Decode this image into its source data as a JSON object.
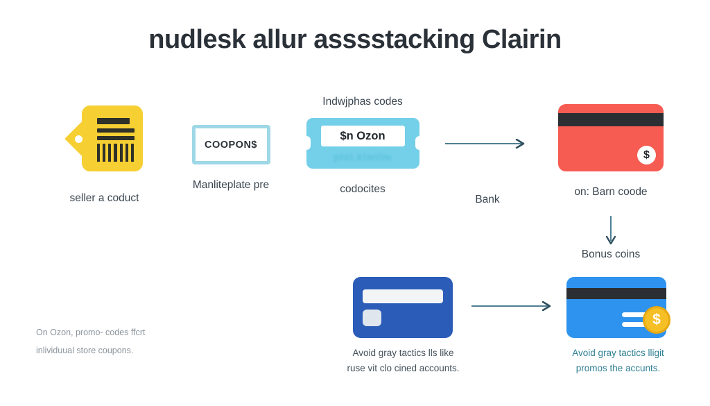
{
  "page": {
    "title": "nudlesk allur asssstacking Clairin",
    "background_color": "#ffffff"
  },
  "colors": {
    "tag_yellow": "#f6cf33",
    "barcode_dark": "#2f3028",
    "coupon_outline": "#9ed8e6",
    "ticket_cyan": "#74cfe8",
    "card_red": "#f75c52",
    "card_navy": "#2b5cb8",
    "card_blue": "#2e93ef",
    "coin_gold": "#f6bf26",
    "arrow": "#4e7f92",
    "text_dark": "#3b4650",
    "text_muted": "#8b949c",
    "text_teal": "#2f7f93"
  },
  "nodes": {
    "product_tag": {
      "icon": "price-tag-barcode-icon",
      "caption": "seller a coduct"
    },
    "coupon": {
      "icon": "coupon-outline-icon",
      "badge_text": "COOPON$",
      "caption": "Manliteplate pre"
    },
    "promo_ticket": {
      "icon": "ticket-filled-icon",
      "overline": "Indwjphas codes",
      "field_text": "$n Ozon",
      "blurred_text": "plol.klmilm",
      "caption": "codocites"
    },
    "red_card": {
      "icon": "credit-card-red-icon",
      "coin_symbol": "$",
      "caption": "on: Barn coode"
    },
    "navy_card": {
      "icon": "credit-card-navy-icon",
      "caption_line_1": "Avoid gray tactics lls like",
      "caption_line_2": "ruse vit clo cined accounts."
    },
    "blue_card": {
      "icon": "credit-card-blue-coin-icon",
      "coin_symbol": "$",
      "caption_line_1": "Avoid gray tactics lligit",
      "caption_line_2": "promos the accunts."
    }
  },
  "arrows": {
    "bank": {
      "icon": "arrow-right-icon",
      "label": "Bank"
    },
    "bonus": {
      "icon": "arrow-down-icon",
      "label": "Bonus coins"
    },
    "bottom": {
      "icon": "arrow-right-icon",
      "label": ""
    }
  },
  "footnotes": {
    "left": {
      "line_1": "On Ozon, promo- codes ffcrt",
      "line_2": "inlividuual store coupons."
    }
  }
}
